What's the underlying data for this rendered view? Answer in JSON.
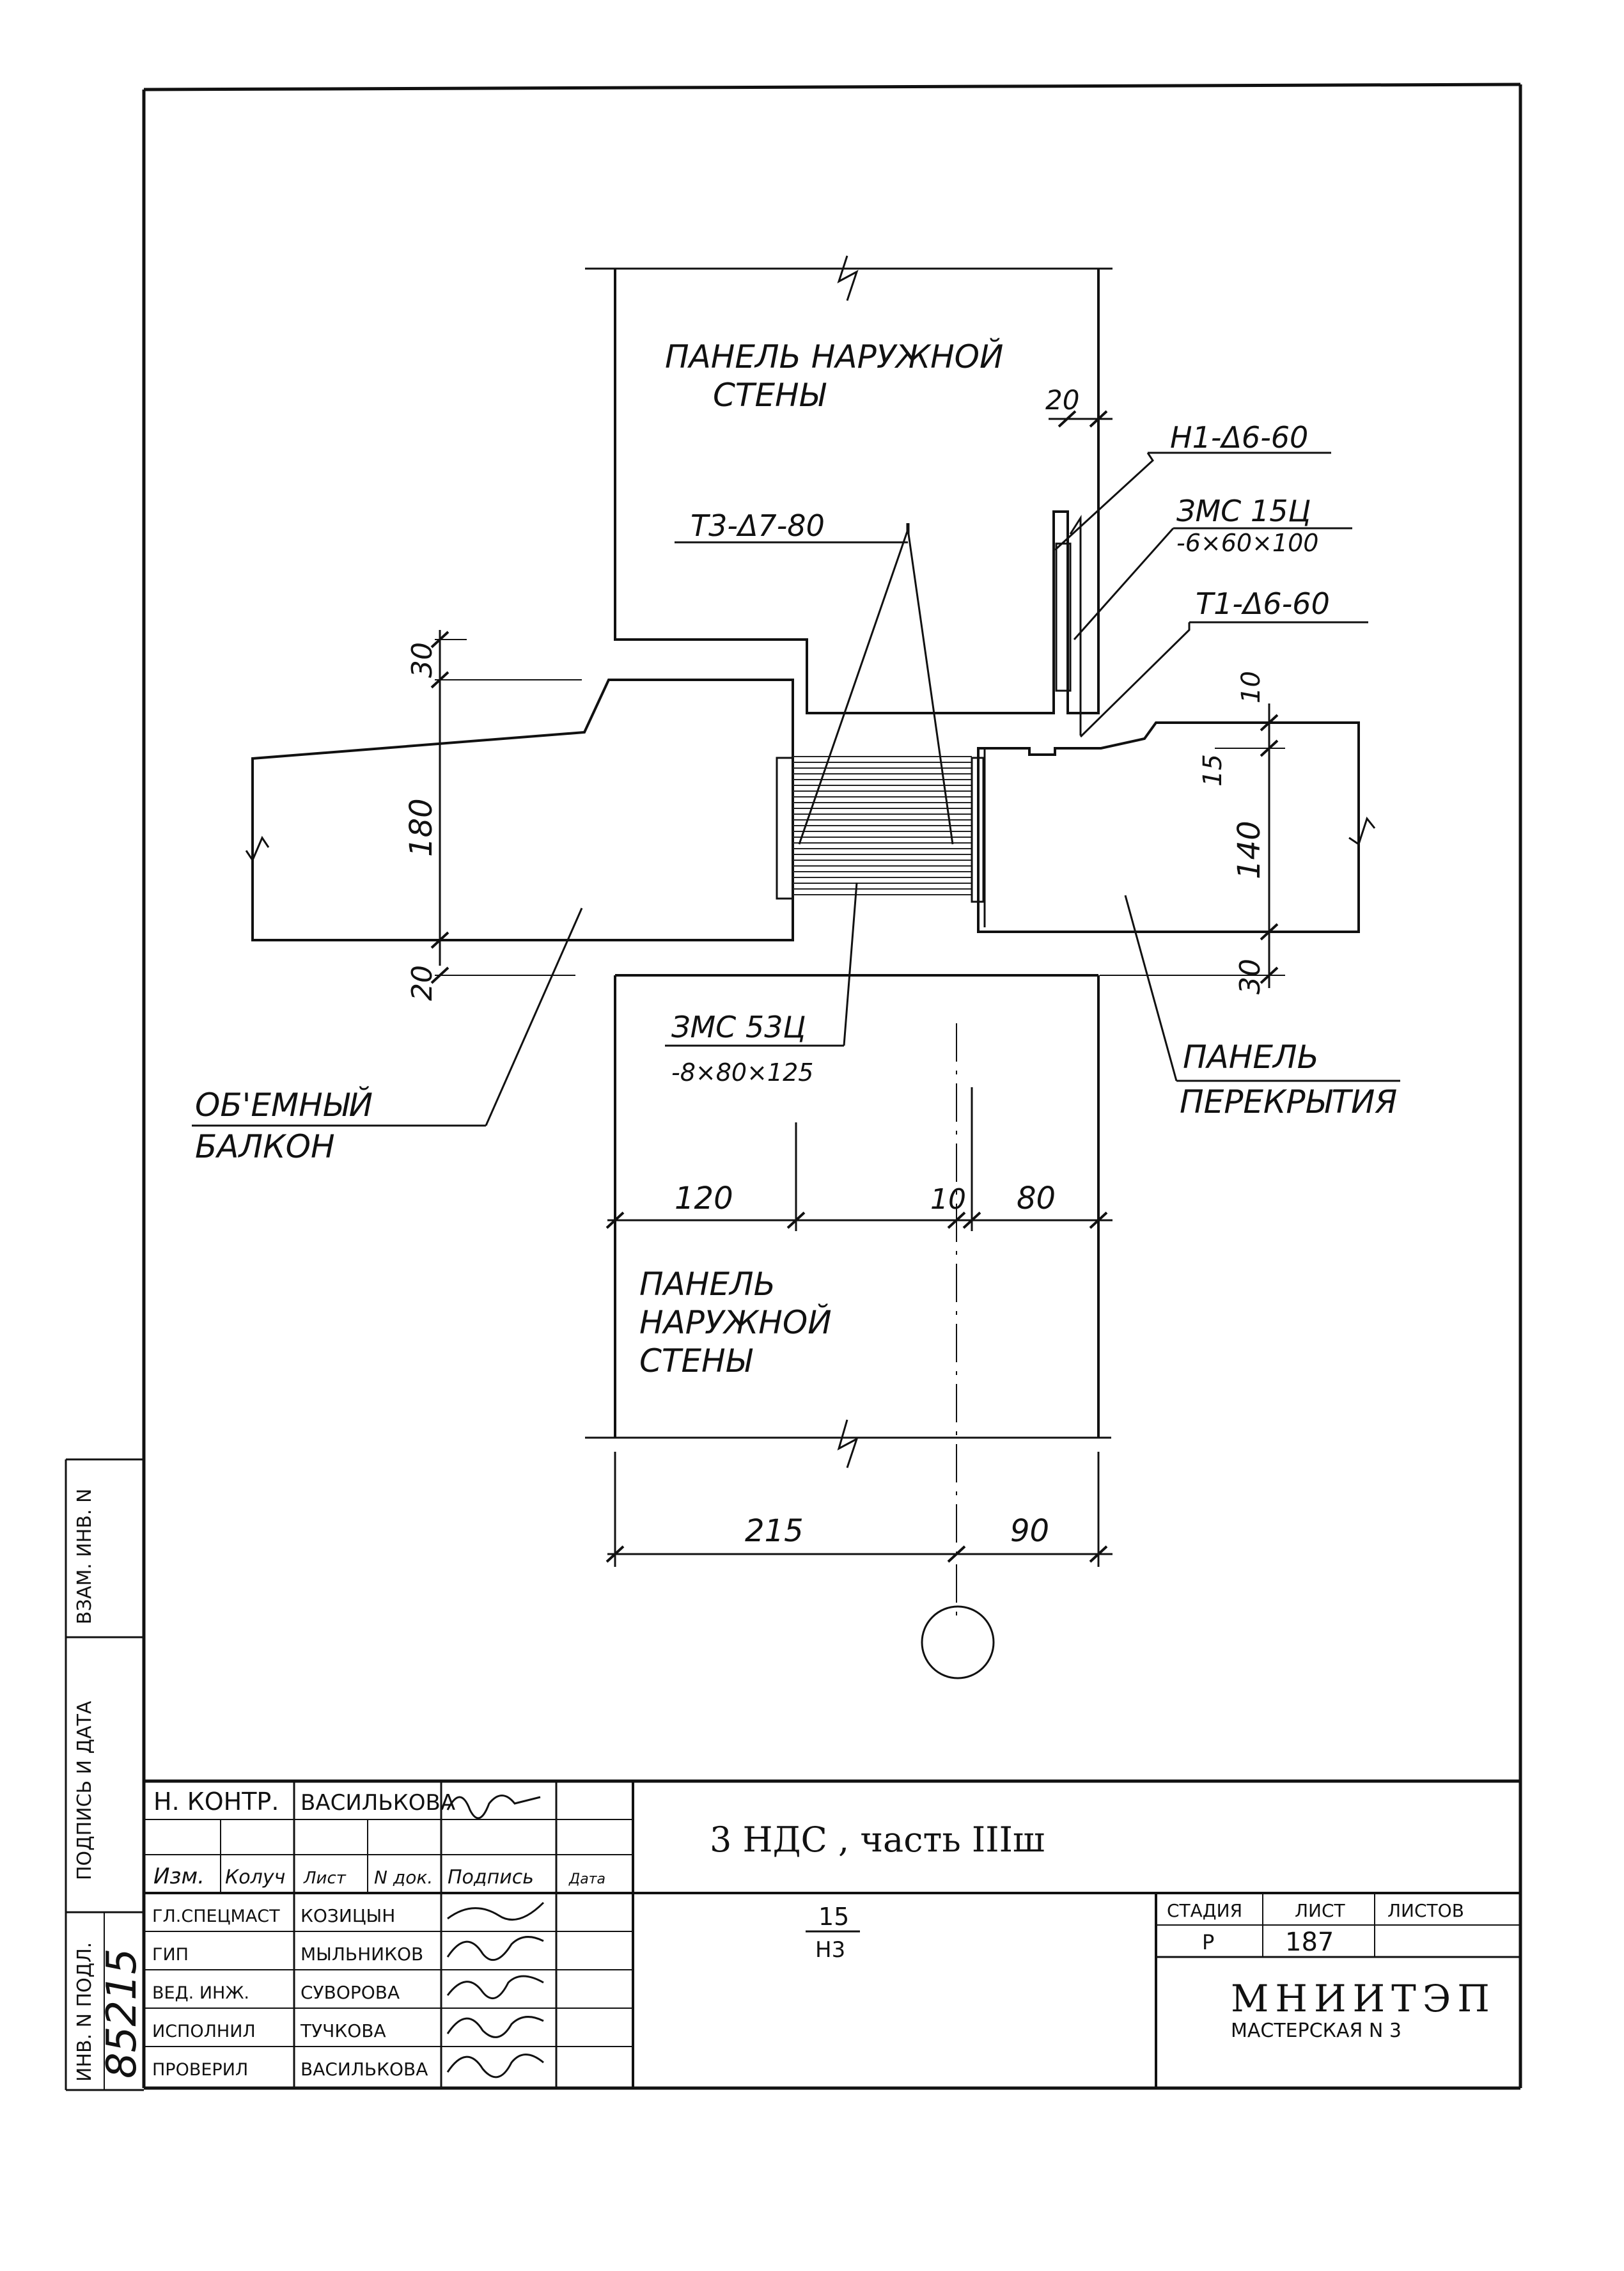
{
  "drawing": {
    "top_wall_label_1": "ПАНЕЛЬ НАРУЖНОЙ",
    "top_wall_label_2": "СТЕНЫ",
    "bottom_wall_label_1": "ПАНЕЛЬ",
    "bottom_wall_label_2": "НАРУЖНОЙ",
    "bottom_wall_label_3": "СТЕНЫ",
    "balcony_label_1": "ОБ'ЕМНЫЙ",
    "balcony_label_2": "БАЛКОН",
    "slab_label_1": "ПАНЕЛЬ",
    "slab_label_2": "ПЕРЕКРЫТИЯ",
    "tag_n1": "Н1-Δ6-60",
    "tag_zmc154_1": "ЗМС 15Ц",
    "tag_zmc154_2": "-6×60×100",
    "tag_t1": "Т1-Δ6-60",
    "tag_t3": "Т3-Δ7-80",
    "tag_zmc53_1": "ЗМС 53Ц",
    "tag_zmc53_2": "-8×80×125",
    "dims": {
      "d20_top": "20",
      "d30_left": "30",
      "d180": "180",
      "d20_left": "20",
      "d10_right": "10",
      "d15_right": "15",
      "d140": "140",
      "d30_right": "30",
      "d120": "120",
      "d10_mid": "10",
      "d80": "80",
      "d215": "215",
      "d90": "90"
    }
  },
  "side_stamp": {
    "inv_podl": "ИНВ. N ПОДЛ.",
    "podpis_data": "ПОДПИСЬ И ДАТА",
    "vzam_inv": "ВЗАМ. ИНВ. N",
    "inv_number": "85215"
  },
  "title_block": {
    "n_kontr_role": "Н. КОНТР.",
    "n_kontr_name": "ВАСИЛЬКОВА",
    "col_izm": "Изм.",
    "col_koluch": "Колуч",
    "col_list": "Лист",
    "col_ndok": "N док.",
    "col_podpis": "Подпись",
    "col_data": "Дата",
    "rows": [
      {
        "role": "ГЛ.СПЕЦМАСТ",
        "name": "КОЗИЦЫН"
      },
      {
        "role": "ГИП",
        "name": "МЫЛЬНИКОВ"
      },
      {
        "role": "ВЕД. ИНЖ.",
        "name": "СУВОРОВА"
      },
      {
        "role": "ИСПОЛНИЛ",
        "name": "ТУЧКОВА"
      },
      {
        "role": "ПРОВЕРИЛ",
        "name": "ВАСИЛЬКОВА"
      }
    ],
    "project_title": "3 НДС , часть IIIш",
    "fraction_top": "15",
    "fraction_bottom": "Н3",
    "stage_header": "СТАДИЯ",
    "sheet_header": "ЛИСТ",
    "sheets_header": "ЛИСТОВ",
    "stage_value": "Р",
    "sheet_value": "187",
    "sheets_value": "",
    "org_name": "МНИИТЭП",
    "org_sub": "МАСТЕРСКАЯ N 3"
  }
}
